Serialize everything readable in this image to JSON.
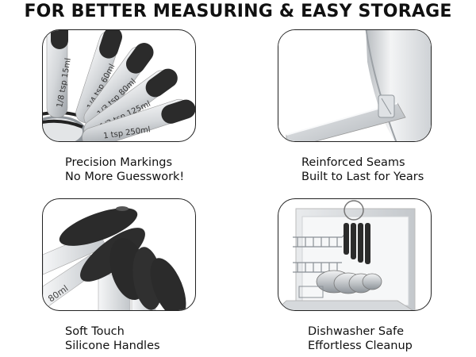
{
  "headline": "FOR BETTER MEASURING & EASY STORAGE",
  "colors": {
    "handle": "#2b2b2b",
    "steel": "#cfd2d6",
    "panel_border": "#222222",
    "text": "#111111"
  },
  "features": [
    {
      "image_icon": "measuring-spoons-markings-icon",
      "markings": [
        "1/8 tsp 15ml",
        "1/4 tsp 60ml",
        "1/3 tsp 80ml",
        "1/2 tsp 125ml",
        "1 tsp 250ml"
      ],
      "caption_line1": "Precision Markings",
      "caption_line2": "No More Guesswork!"
    },
    {
      "image_icon": "reinforced-seam-icon",
      "caption_line1": "Reinforced Seams",
      "caption_line2": "Built to Last for Years"
    },
    {
      "image_icon": "silicone-handles-icon",
      "markings": [
        "80ml"
      ],
      "caption_line1": "Soft Touch",
      "caption_line2": "Silicone Handles"
    },
    {
      "image_icon": "dishwasher-icon",
      "caption_line1": "Dishwasher Safe",
      "caption_line2": "Effortless Cleanup"
    }
  ]
}
